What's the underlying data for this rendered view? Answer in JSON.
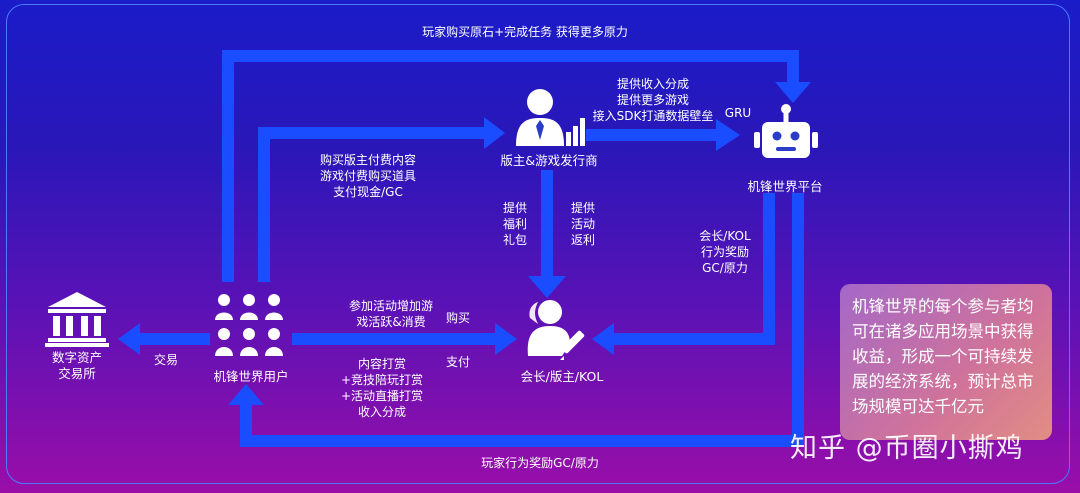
{
  "nodes": {
    "publisher": "版主&游戏发行商",
    "platform": "机锋世界平台",
    "users": "机锋世界用户",
    "exchange": "数字资产\n交易所",
    "kol": "会长/版主/KOL",
    "gru": "GRU"
  },
  "edges": {
    "top_loop": "玩家购买原石+完成任务 获得更多原力",
    "publisher_to_platform": [
      "提供收入分成",
      "提供更多游戏",
      "接入SDK打通数据壁垒"
    ],
    "users_to_publisher": [
      "购买版主付费内容",
      "游戏付费购买道具",
      "支付现金/GC"
    ],
    "publisher_welfare": [
      "提供",
      "福利",
      "礼包"
    ],
    "publisher_rebate": [
      "提供",
      "活动",
      "返利"
    ],
    "platform_to_kol": [
      "会长/KOL",
      "行为奖励",
      "GC/原力"
    ],
    "users_to_kol_activity": [
      "参加活动增加游",
      "戏活跃&消费"
    ],
    "buy": "购买",
    "pay": "支付",
    "users_to_kol_content": [
      "内容打赏",
      "+竞技陪玩打赏",
      "+活动直播打赏",
      "收入分成"
    ],
    "trade": "交易",
    "bottom_loop": "玩家行为奖励GC/原力"
  },
  "note": "机锋世界的每个参与者均可在诸多应用场景中获得收益，形成一个可持续发展的经济系统，预计总市场规模可达千亿元",
  "watermark": "知乎 @币圈小撕鸡",
  "colors": {
    "arrow": "#1a4dff",
    "icon": "#ffffff",
    "frame": "#4b7bff"
  }
}
